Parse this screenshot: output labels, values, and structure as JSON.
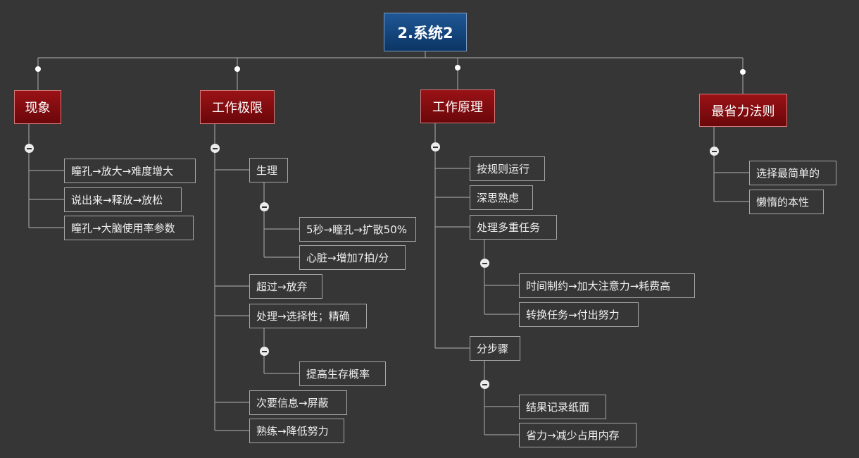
{
  "root": {
    "label": "2.系统2"
  },
  "branches": [
    {
      "label": "现象",
      "children": [
        {
          "label": "瞳孔→放大→难度增大"
        },
        {
          "label": "说出来→释放→放松"
        },
        {
          "label": "瞳孔→大脑使用率参数"
        }
      ]
    },
    {
      "label": "工作极限",
      "children": [
        {
          "label": "生理",
          "children": [
            {
              "label": "5秒→瞳孔→扩散50%"
            },
            {
              "label": "心脏→增加7拍/分"
            }
          ]
        },
        {
          "label": "超过→放弃"
        },
        {
          "label": "处理→选择性；精确",
          "children": [
            {
              "label": "提高生存概率"
            }
          ]
        },
        {
          "label": "次要信息→屏蔽"
        },
        {
          "label": "熟练→降低努力"
        }
      ]
    },
    {
      "label": "工作原理",
      "children": [
        {
          "label": "按规则运行"
        },
        {
          "label": "深思熟虑"
        },
        {
          "label": "处理多重任务",
          "children": [
            {
              "label": "时间制约→加大注意力→耗费高"
            },
            {
              "label": "转换任务→付出努力"
            }
          ]
        },
        {
          "label": "分步骤",
          "children": [
            {
              "label": "结果记录纸面"
            },
            {
              "label": "省力→减少占用内存"
            }
          ]
        }
      ]
    },
    {
      "label": "最省力法则",
      "children": [
        {
          "label": "选择最简单的"
        },
        {
          "label": "懒惰的本性"
        }
      ]
    }
  ]
}
